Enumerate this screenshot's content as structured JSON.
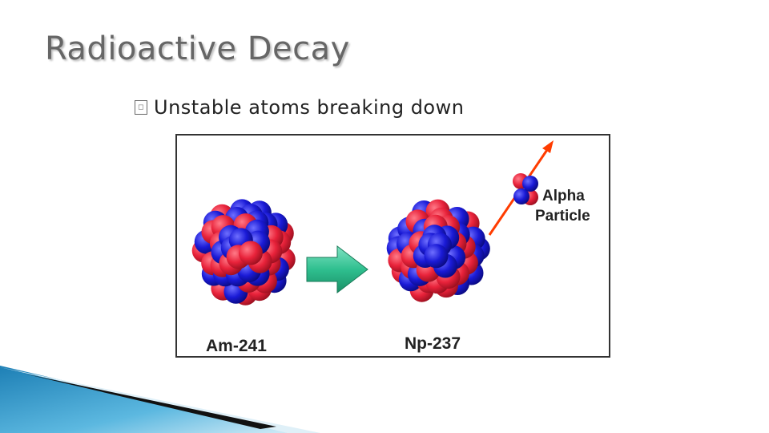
{
  "slide": {
    "title": "Radioactive Decay",
    "bullet": {
      "marker": "◻",
      "text": "Unstable atoms breaking down"
    }
  },
  "figure": {
    "label_parent": "Am-241",
    "label_daughter": "Np-237",
    "label_particle_line1": "Alpha",
    "label_particle_line2": "Particle",
    "colors": {
      "proton": "#e8223a",
      "neutron": "#1a1ad6",
      "arrow": "#2fbf8f",
      "trajectory": "#ff3c00"
    }
  }
}
